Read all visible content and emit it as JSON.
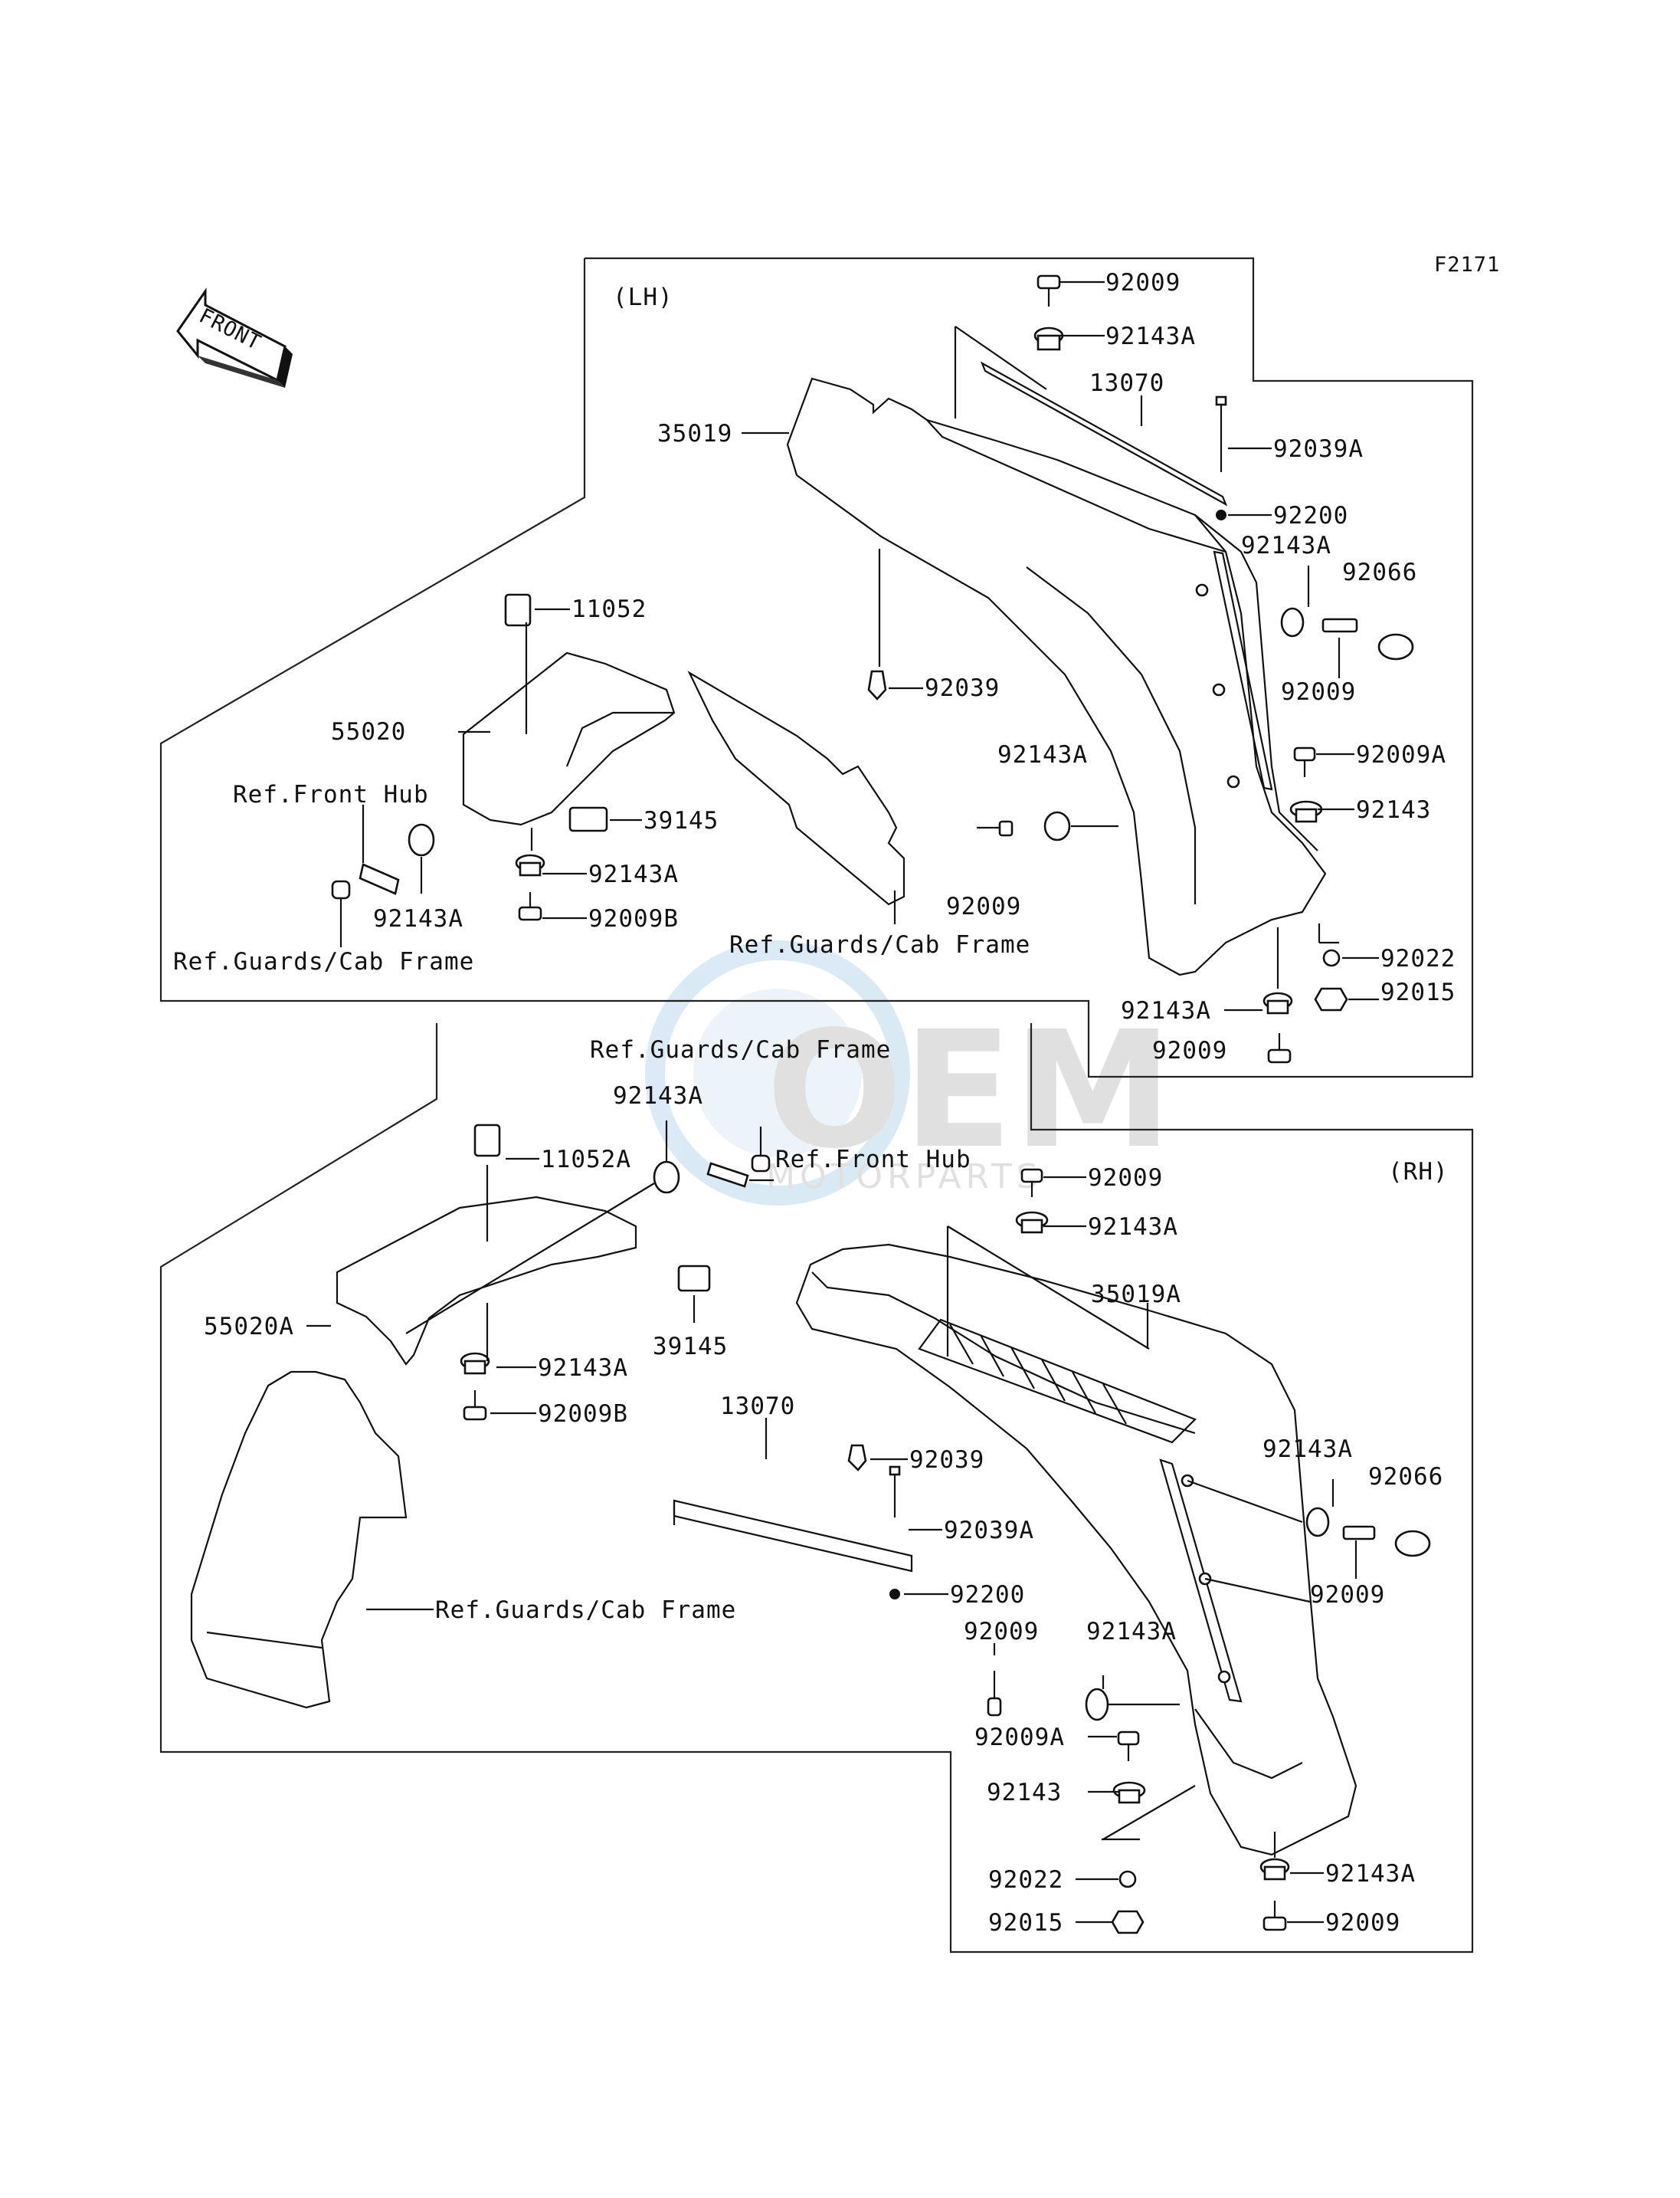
{
  "figure_code": "F2171",
  "front_arrow_label": "FRONT",
  "watermark": {
    "brand": "OEM",
    "sub": "MOTORPARTS"
  },
  "lh": {
    "title": "(LH)",
    "labels": {
      "p92009_top": "92009",
      "p92143A_top": "92143A",
      "p13070": "13070",
      "p35019": "35019",
      "p92039A": "92039A",
      "p92200": "92200",
      "p92143A_r": "92143A",
      "p92066": "92066",
      "p11052": "11052",
      "p92039": "92039",
      "p92009_r": "92009",
      "p55020": "55020",
      "p92143A_m": "92143A",
      "p92009A": "92009A",
      "ref_front_hub": "Ref.Front Hub",
      "p39145": "39145",
      "p92143": "92143",
      "p92143A_l1": "92143A",
      "p92009_m": "92009",
      "p92143A_l2": "92143A",
      "p92009B": "92009B",
      "ref_guards_r": "Ref.Guards/Cab Frame",
      "p92022": "92022",
      "ref_guards_l": "Ref.Guards/Cab Frame",
      "p92143A_b": "92143A",
      "p92015": "92015",
      "p92009_b": "92009"
    }
  },
  "rh": {
    "title": "(RH)",
    "labels": {
      "ref_guards_top": "Ref.Guards/Cab Frame",
      "p92143A_a": "92143A",
      "p11052A": "11052A",
      "ref_front_hub": "Ref.Front Hub",
      "p92009_a": "92009",
      "p92143A_b": "92143A",
      "p35019A": "35019A",
      "p55020A": "55020A",
      "p39145": "39145",
      "p92143A_c": "92143A",
      "p92009B": "92009B",
      "p13070": "13070",
      "p92039": "92039",
      "p92143A_d": "92143A",
      "p92066": "92066",
      "p92039A": "92039A",
      "p92009_b": "92009",
      "ref_guards_l": "Ref.Guards/Cab Frame",
      "p92200": "92200",
      "p92009_c": "92009",
      "p92143A_e": "92143A",
      "p92009A": "92009A",
      "p92143": "92143",
      "p92022": "92022",
      "p92143A_f": "92143A",
      "p92015": "92015",
      "p92009_d": "92009"
    }
  }
}
